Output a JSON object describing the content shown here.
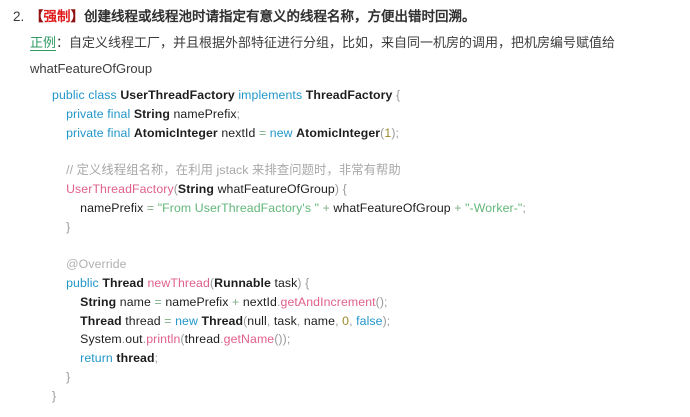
{
  "rule": {
    "number": "2.",
    "tag_open": "【",
    "tag_inner": "强制",
    "tag_close": "】",
    "text": "创建线程或线程池时请指定有意义的线程名称，方便出错时回溯。"
  },
  "example": {
    "label": "正例",
    "colon": "：",
    "text": "自定义线程工厂，并且根据外部特征进行分组，比如，来自同一机房的调用，把机房编号赋值给",
    "wrap_text": "whatFeatureOfGroup"
  },
  "code": {
    "language": "java",
    "lines": [
      {
        "tokens": [
          {
            "t": "public",
            "c": "kw"
          },
          {
            "t": " ",
            "c": "id"
          },
          {
            "t": "class",
            "c": "kw"
          },
          {
            "t": " ",
            "c": "id"
          },
          {
            "t": "UserThreadFactory",
            "c": "typ"
          },
          {
            "t": " ",
            "c": "id"
          },
          {
            "t": "implements",
            "c": "kw"
          },
          {
            "t": " ",
            "c": "id"
          },
          {
            "t": "ThreadFactory",
            "c": "typ"
          },
          {
            "t": " ",
            "c": "id"
          },
          {
            "t": "{",
            "c": "pun"
          }
        ]
      },
      {
        "tokens": [
          {
            "t": "    ",
            "c": "id"
          },
          {
            "t": "private",
            "c": "kw"
          },
          {
            "t": " ",
            "c": "id"
          },
          {
            "t": "final",
            "c": "kw"
          },
          {
            "t": " ",
            "c": "id"
          },
          {
            "t": "String",
            "c": "typ"
          },
          {
            "t": " ",
            "c": "id"
          },
          {
            "t": "namePrefix",
            "c": "id"
          },
          {
            "t": ";",
            "c": "pun"
          }
        ]
      },
      {
        "tokens": [
          {
            "t": "    ",
            "c": "id"
          },
          {
            "t": "private",
            "c": "kw"
          },
          {
            "t": " ",
            "c": "id"
          },
          {
            "t": "final",
            "c": "kw"
          },
          {
            "t": " ",
            "c": "id"
          },
          {
            "t": "AtomicInteger",
            "c": "typ"
          },
          {
            "t": " ",
            "c": "id"
          },
          {
            "t": "nextId",
            "c": "id"
          },
          {
            "t": " ",
            "c": "id"
          },
          {
            "t": "=",
            "c": "op"
          },
          {
            "t": " ",
            "c": "id"
          },
          {
            "t": "new",
            "c": "kw"
          },
          {
            "t": " ",
            "c": "id"
          },
          {
            "t": "AtomicInteger",
            "c": "typ"
          },
          {
            "t": "(",
            "c": "pun"
          },
          {
            "t": "1",
            "c": "num"
          },
          {
            "t": ")",
            "c": "pun"
          },
          {
            "t": ";",
            "c": "pun"
          }
        ]
      },
      {
        "tokens": []
      },
      {
        "tokens": [
          {
            "t": "    ",
            "c": "id"
          },
          {
            "t": "// 定义线程组名称，在利用 jstack 来排查问题时，非常有帮助",
            "c": "cmt"
          }
        ]
      },
      {
        "tokens": [
          {
            "t": "    ",
            "c": "id"
          },
          {
            "t": "UserThreadFactory",
            "c": "fn"
          },
          {
            "t": "(",
            "c": "pun"
          },
          {
            "t": "String",
            "c": "typ"
          },
          {
            "t": " ",
            "c": "id"
          },
          {
            "t": "whatFeatureOfGroup",
            "c": "id"
          },
          {
            "t": ")",
            "c": "pun"
          },
          {
            "t": " ",
            "c": "id"
          },
          {
            "t": "{",
            "c": "pun"
          }
        ]
      },
      {
        "tokens": [
          {
            "t": "        ",
            "c": "id"
          },
          {
            "t": "namePrefix",
            "c": "id"
          },
          {
            "t": " ",
            "c": "id"
          },
          {
            "t": "=",
            "c": "op"
          },
          {
            "t": " ",
            "c": "id"
          },
          {
            "t": "\"From UserThreadFactory's \"",
            "c": "str"
          },
          {
            "t": " ",
            "c": "id"
          },
          {
            "t": "+",
            "c": "op"
          },
          {
            "t": " ",
            "c": "id"
          },
          {
            "t": "whatFeatureOfGroup",
            "c": "id"
          },
          {
            "t": " ",
            "c": "id"
          },
          {
            "t": "+",
            "c": "op"
          },
          {
            "t": " ",
            "c": "id"
          },
          {
            "t": "\"-Worker-\"",
            "c": "str"
          },
          {
            "t": ";",
            "c": "pun"
          }
        ]
      },
      {
        "tokens": [
          {
            "t": "    ",
            "c": "id"
          },
          {
            "t": "}",
            "c": "pun"
          }
        ]
      },
      {
        "tokens": []
      },
      {
        "tokens": [
          {
            "t": "    ",
            "c": "id"
          },
          {
            "t": "@Override",
            "c": "ann"
          }
        ]
      },
      {
        "tokens": [
          {
            "t": "    ",
            "c": "id"
          },
          {
            "t": "public",
            "c": "kw"
          },
          {
            "t": " ",
            "c": "id"
          },
          {
            "t": "Thread",
            "c": "typ"
          },
          {
            "t": " ",
            "c": "id"
          },
          {
            "t": "newThread",
            "c": "fn"
          },
          {
            "t": "(",
            "c": "pun"
          },
          {
            "t": "Runnable",
            "c": "typ"
          },
          {
            "t": " ",
            "c": "id"
          },
          {
            "t": "task",
            "c": "id"
          },
          {
            "t": ")",
            "c": "pun"
          },
          {
            "t": " ",
            "c": "id"
          },
          {
            "t": "{",
            "c": "pun"
          }
        ]
      },
      {
        "tokens": [
          {
            "t": "        ",
            "c": "id"
          },
          {
            "t": "String",
            "c": "typ"
          },
          {
            "t": " ",
            "c": "id"
          },
          {
            "t": "name",
            "c": "id"
          },
          {
            "t": " ",
            "c": "id"
          },
          {
            "t": "=",
            "c": "op"
          },
          {
            "t": " ",
            "c": "id"
          },
          {
            "t": "namePrefix",
            "c": "id"
          },
          {
            "t": " ",
            "c": "id"
          },
          {
            "t": "+",
            "c": "op"
          },
          {
            "t": " ",
            "c": "id"
          },
          {
            "t": "nextId",
            "c": "id"
          },
          {
            "t": ".",
            "c": "pun"
          },
          {
            "t": "getAndIncrement",
            "c": "fn"
          },
          {
            "t": "()",
            "c": "pun"
          },
          {
            "t": ";",
            "c": "pun"
          }
        ]
      },
      {
        "tokens": [
          {
            "t": "        ",
            "c": "id"
          },
          {
            "t": "Thread",
            "c": "typ"
          },
          {
            "t": " ",
            "c": "id"
          },
          {
            "t": "thread",
            "c": "id"
          },
          {
            "t": " ",
            "c": "id"
          },
          {
            "t": "=",
            "c": "op"
          },
          {
            "t": " ",
            "c": "id"
          },
          {
            "t": "new",
            "c": "kw"
          },
          {
            "t": " ",
            "c": "id"
          },
          {
            "t": "Thread",
            "c": "typ"
          },
          {
            "t": "(",
            "c": "pun"
          },
          {
            "t": "null",
            "c": "id"
          },
          {
            "t": ", ",
            "c": "pun"
          },
          {
            "t": "task",
            "c": "id"
          },
          {
            "t": ", ",
            "c": "pun"
          },
          {
            "t": "name",
            "c": "id"
          },
          {
            "t": ", ",
            "c": "pun"
          },
          {
            "t": "0",
            "c": "num"
          },
          {
            "t": ", ",
            "c": "pun"
          },
          {
            "t": "false",
            "c": "kw"
          },
          {
            "t": ")",
            "c": "pun"
          },
          {
            "t": ";",
            "c": "pun"
          }
        ]
      },
      {
        "tokens": [
          {
            "t": "        ",
            "c": "id"
          },
          {
            "t": "System",
            "c": "id"
          },
          {
            "t": ".",
            "c": "pun"
          },
          {
            "t": "out",
            "c": "id"
          },
          {
            "t": ".",
            "c": "pun"
          },
          {
            "t": "println",
            "c": "fn"
          },
          {
            "t": "(",
            "c": "pun"
          },
          {
            "t": "thread",
            "c": "id"
          },
          {
            "t": ".",
            "c": "pun"
          },
          {
            "t": "getName",
            "c": "fn"
          },
          {
            "t": "())",
            "c": "pun"
          },
          {
            "t": ";",
            "c": "pun"
          }
        ]
      },
      {
        "tokens": [
          {
            "t": "        ",
            "c": "id"
          },
          {
            "t": "return",
            "c": "kw"
          },
          {
            "t": " ",
            "c": "id"
          },
          {
            "t": "thread",
            "c": "typ"
          },
          {
            "t": ";",
            "c": "pun"
          }
        ]
      },
      {
        "tokens": [
          {
            "t": "    ",
            "c": "id"
          },
          {
            "t": "}",
            "c": "pun"
          }
        ]
      },
      {
        "tokens": [
          {
            "t": "}",
            "c": "pun"
          }
        ]
      }
    ]
  },
  "colors": {
    "force_tag": "#e01b1b",
    "force_bracket": "#8f1111",
    "example_label": "#2e9b63",
    "keyword": "#2196c9",
    "method": "#e0608c",
    "string": "#62b77a",
    "number": "#9a8b2a",
    "comment": "#a8a8a8",
    "background": "#ffffff"
  }
}
